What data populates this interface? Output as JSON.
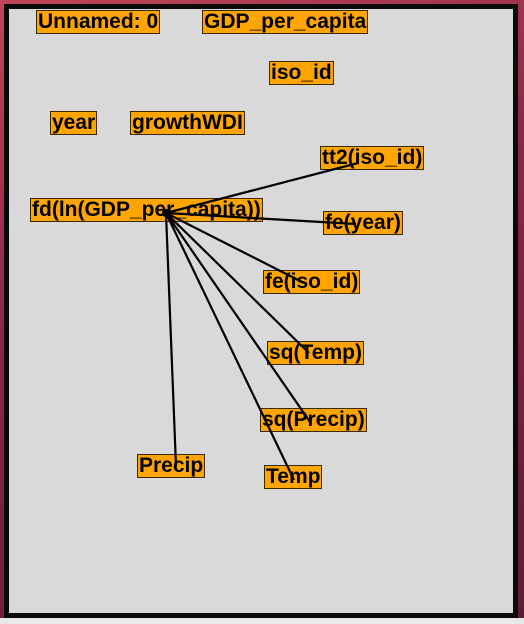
{
  "nodes": {
    "unnamed": "Unnamed: 0",
    "gdp": "GDP_per_capita",
    "iso_id": "iso_id",
    "year": "year",
    "growthwdi": "growthWDI",
    "tt2": "tt2(iso_id)",
    "fd": "fd(ln(GDP_per_capita))",
    "fe_year": "fe(year)",
    "fe_iso": "fe(iso_id)",
    "sq_temp": "sq(Temp)",
    "sq_precip": "sq(Precip)",
    "precip": "Precip",
    "temp": "Temp"
  },
  "edges": [
    {
      "from": "fd",
      "to": "tt2"
    },
    {
      "from": "fd",
      "to": "fe_year"
    },
    {
      "from": "fd",
      "to": "fe_iso"
    },
    {
      "from": "fd",
      "to": "sq_temp"
    },
    {
      "from": "fd",
      "to": "sq_precip"
    },
    {
      "from": "fd",
      "to": "precip"
    },
    {
      "from": "fd",
      "to": "temp"
    }
  ],
  "colors": {
    "node_fill": "#ffa500",
    "edge": "#000000",
    "canvas": "#d9d9d9"
  }
}
